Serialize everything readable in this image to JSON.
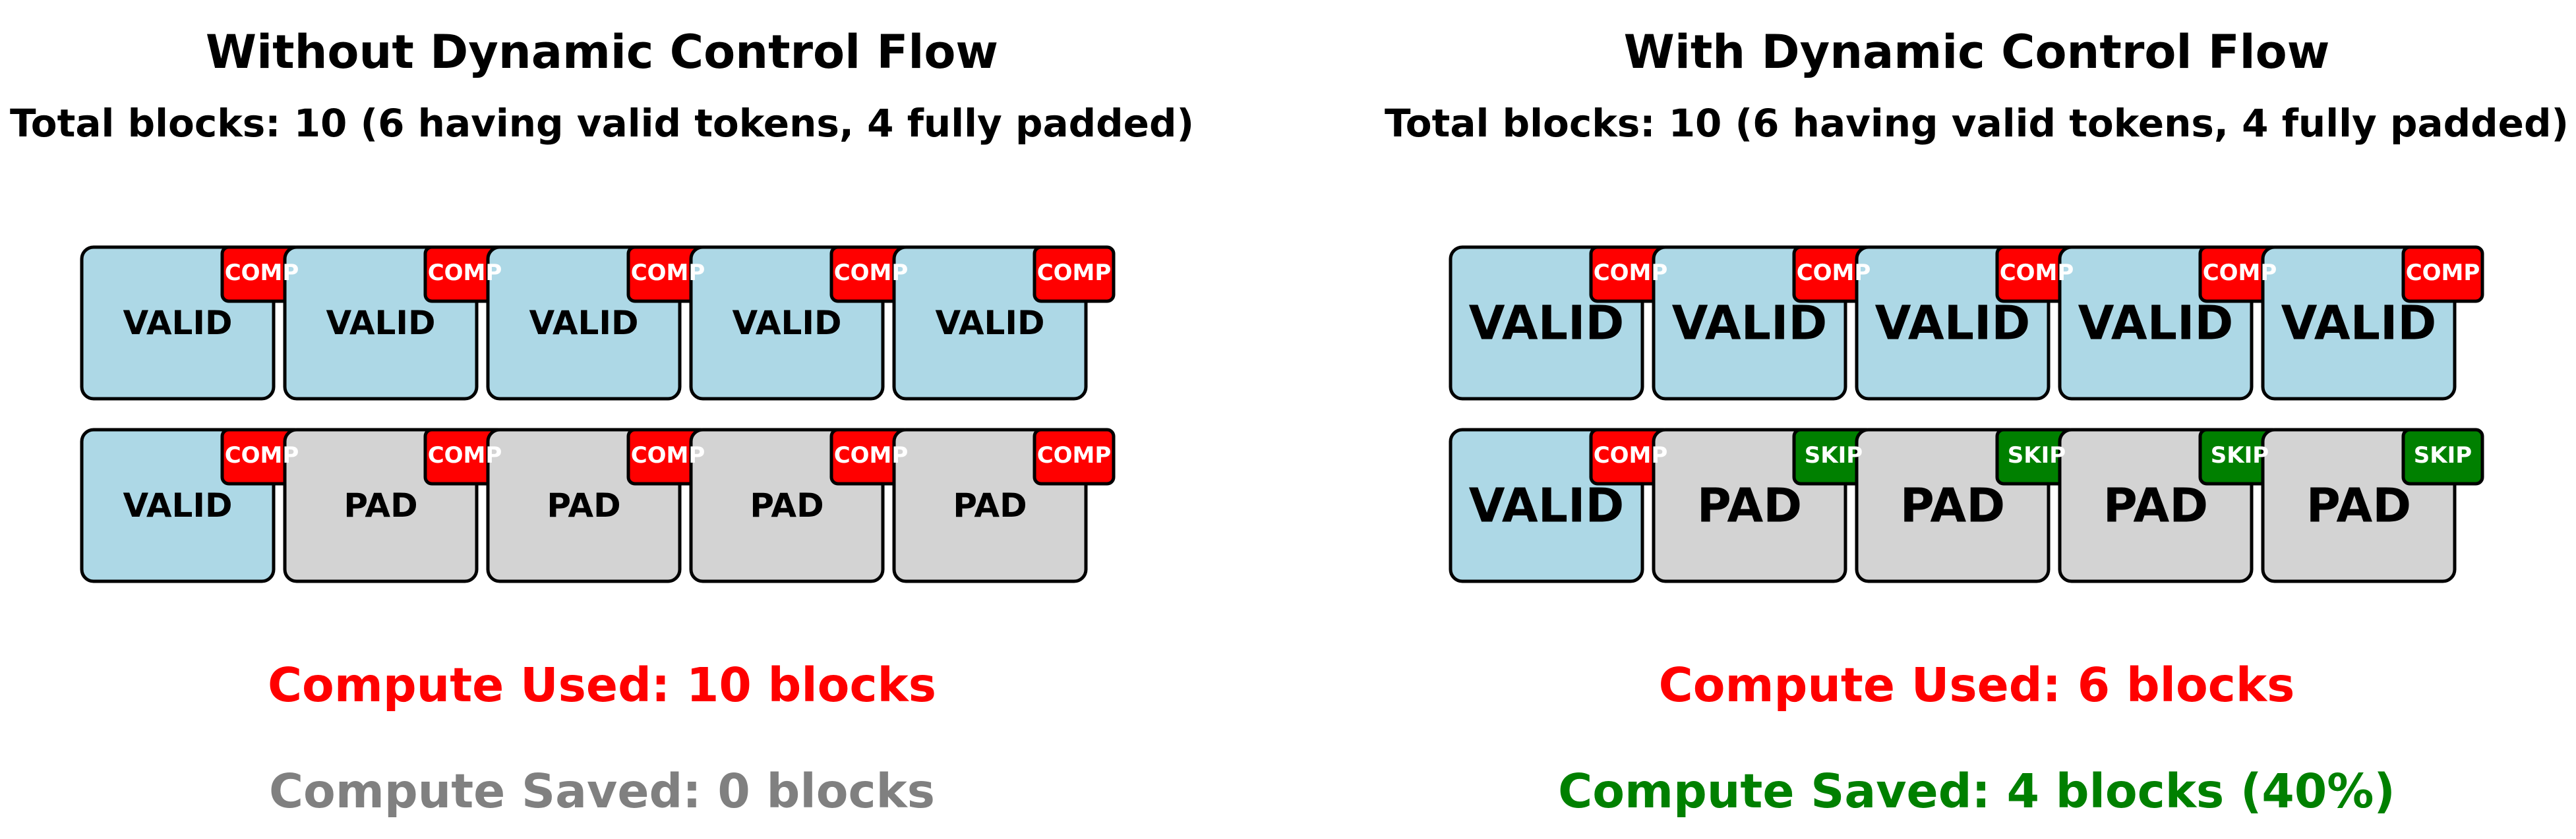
{
  "colors": {
    "valid": "#ADD8E6",
    "pad": "#D3D3D3",
    "comp": "#FF0000",
    "skip": "#008000",
    "used_text": "#FF0000",
    "saved_none_text": "#808080",
    "saved_text": "#008000"
  },
  "panels": [
    {
      "title": "Without Dynamic Control Flow",
      "subtitle": "Total blocks: 10 (6 having valid tokens, 4 fully padded)",
      "label_size": "small",
      "rows": [
        [
          {
            "label": "VALID",
            "type": "valid",
            "badge": "COMP"
          },
          {
            "label": "VALID",
            "type": "valid",
            "badge": "COMP"
          },
          {
            "label": "VALID",
            "type": "valid",
            "badge": "COMP"
          },
          {
            "label": "VALID",
            "type": "valid",
            "badge": "COMP"
          },
          {
            "label": "VALID",
            "type": "valid",
            "badge": "COMP"
          }
        ],
        [
          {
            "label": "VALID",
            "type": "valid",
            "badge": "COMP"
          },
          {
            "label": "PAD",
            "type": "pad",
            "badge": "COMP"
          },
          {
            "label": "PAD",
            "type": "pad",
            "badge": "COMP"
          },
          {
            "label": "PAD",
            "type": "pad",
            "badge": "COMP"
          },
          {
            "label": "PAD",
            "type": "pad",
            "badge": "COMP"
          }
        ]
      ],
      "compute_used": {
        "text": "Compute Used: 10 blocks",
        "color": "#FF0000"
      },
      "compute_saved": {
        "text": "Compute Saved: 0 blocks",
        "color": "#808080"
      }
    },
    {
      "title": "With Dynamic Control Flow",
      "subtitle": "Total blocks: 10 (6 having valid tokens, 4 fully padded)",
      "label_size": "large",
      "rows": [
        [
          {
            "label": "VALID",
            "type": "valid",
            "badge": "COMP"
          },
          {
            "label": "VALID",
            "type": "valid",
            "badge": "COMP"
          },
          {
            "label": "VALID",
            "type": "valid",
            "badge": "COMP"
          },
          {
            "label": "VALID",
            "type": "valid",
            "badge": "COMP"
          },
          {
            "label": "VALID",
            "type": "valid",
            "badge": "COMP"
          }
        ],
        [
          {
            "label": "VALID",
            "type": "valid",
            "badge": "COMP"
          },
          {
            "label": "PAD",
            "type": "pad",
            "badge": "SKIP"
          },
          {
            "label": "PAD",
            "type": "pad",
            "badge": "SKIP"
          },
          {
            "label": "PAD",
            "type": "pad",
            "badge": "SKIP"
          },
          {
            "label": "PAD",
            "type": "pad",
            "badge": "SKIP"
          }
        ]
      ],
      "compute_used": {
        "text": "Compute Used: 6 blocks",
        "color": "#FF0000"
      },
      "compute_saved": {
        "text": "Compute Saved: 4 blocks (40%)",
        "color": "#008000"
      }
    }
  ]
}
